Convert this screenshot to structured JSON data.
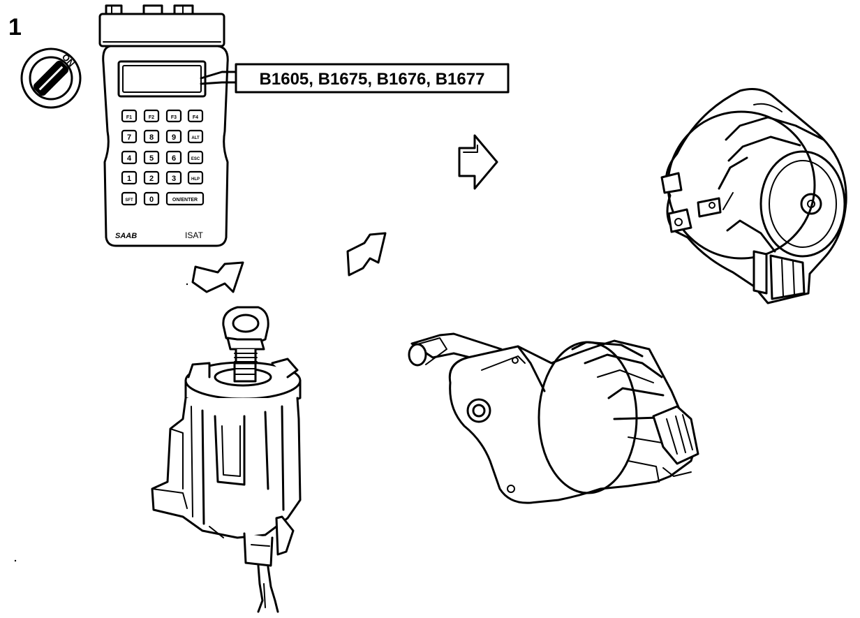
{
  "step_number": "1",
  "ignition": {
    "label": "ON"
  },
  "tester": {
    "brand": "SAAB",
    "model": "ISAT",
    "keys": {
      "row1": [
        "F1",
        "F2",
        "F3",
        "F4"
      ],
      "row2": [
        "7",
        "8",
        "9",
        "ALT"
      ],
      "row3": [
        "4",
        "5",
        "6",
        "ESC"
      ],
      "row4": [
        "1",
        "2",
        "3",
        "HLP"
      ],
      "row5": [
        "SFT",
        "0",
        "ON/ENTER"
      ]
    }
  },
  "callout": {
    "codes": "B1605, B1675, B1676, B1677"
  },
  "components": [
    "ignition-switch-lock",
    "steering-lock-motor",
    "ignition-switch-module"
  ]
}
